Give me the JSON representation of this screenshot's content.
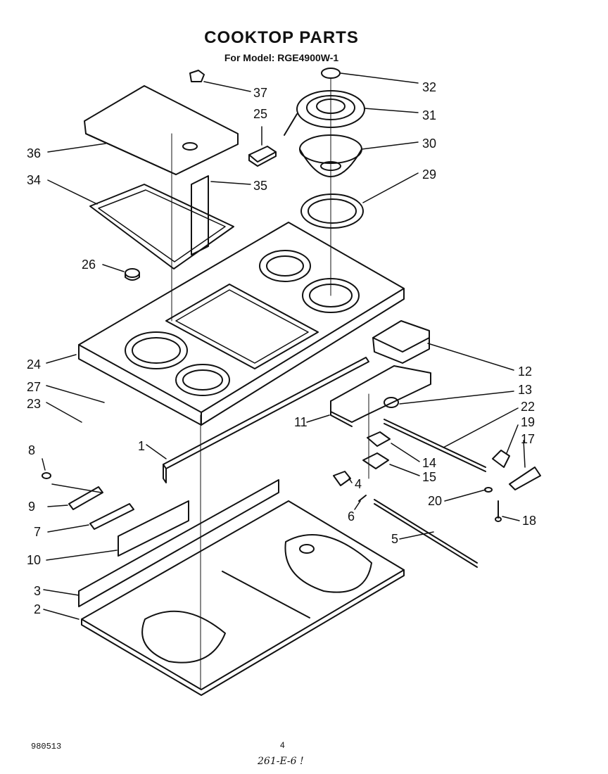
{
  "title": "COOKTOP PARTS",
  "subtitle": "For Model: RGE4900W-1",
  "footer": {
    "code": "980513",
    "page": "4",
    "handwritten": "261-E-6 !"
  },
  "callouts": [
    {
      "id": "32",
      "text": "32"
    },
    {
      "id": "31",
      "text": "31"
    },
    {
      "id": "30",
      "text": "30"
    },
    {
      "id": "29",
      "text": "29"
    },
    {
      "id": "37",
      "text": "37"
    },
    {
      "id": "25",
      "text": "25"
    },
    {
      "id": "36",
      "text": "36"
    },
    {
      "id": "34",
      "text": "34"
    },
    {
      "id": "35",
      "text": "35"
    },
    {
      "id": "26",
      "text": "26"
    },
    {
      "id": "24",
      "text": "24"
    },
    {
      "id": "27",
      "text": "27"
    },
    {
      "id": "23",
      "text": "23"
    },
    {
      "id": "12",
      "text": "12"
    },
    {
      "id": "13",
      "text": "13"
    },
    {
      "id": "22",
      "text": "22"
    },
    {
      "id": "19",
      "text": "19"
    },
    {
      "id": "17",
      "text": "17"
    },
    {
      "id": "11",
      "text": "11"
    },
    {
      "id": "1",
      "text": "1"
    },
    {
      "id": "14",
      "text": "14"
    },
    {
      "id": "15",
      "text": "15"
    },
    {
      "id": "8",
      "text": "8"
    },
    {
      "id": "4",
      "text": "4"
    },
    {
      "id": "9",
      "text": "9"
    },
    {
      "id": "20",
      "text": "20"
    },
    {
      "id": "6",
      "text": "6"
    },
    {
      "id": "18",
      "text": "18"
    },
    {
      "id": "7",
      "text": "7"
    },
    {
      "id": "5",
      "text": "5"
    },
    {
      "id": "10",
      "text": "10"
    },
    {
      "id": "3",
      "text": "3"
    },
    {
      "id": "2",
      "text": "2"
    }
  ]
}
